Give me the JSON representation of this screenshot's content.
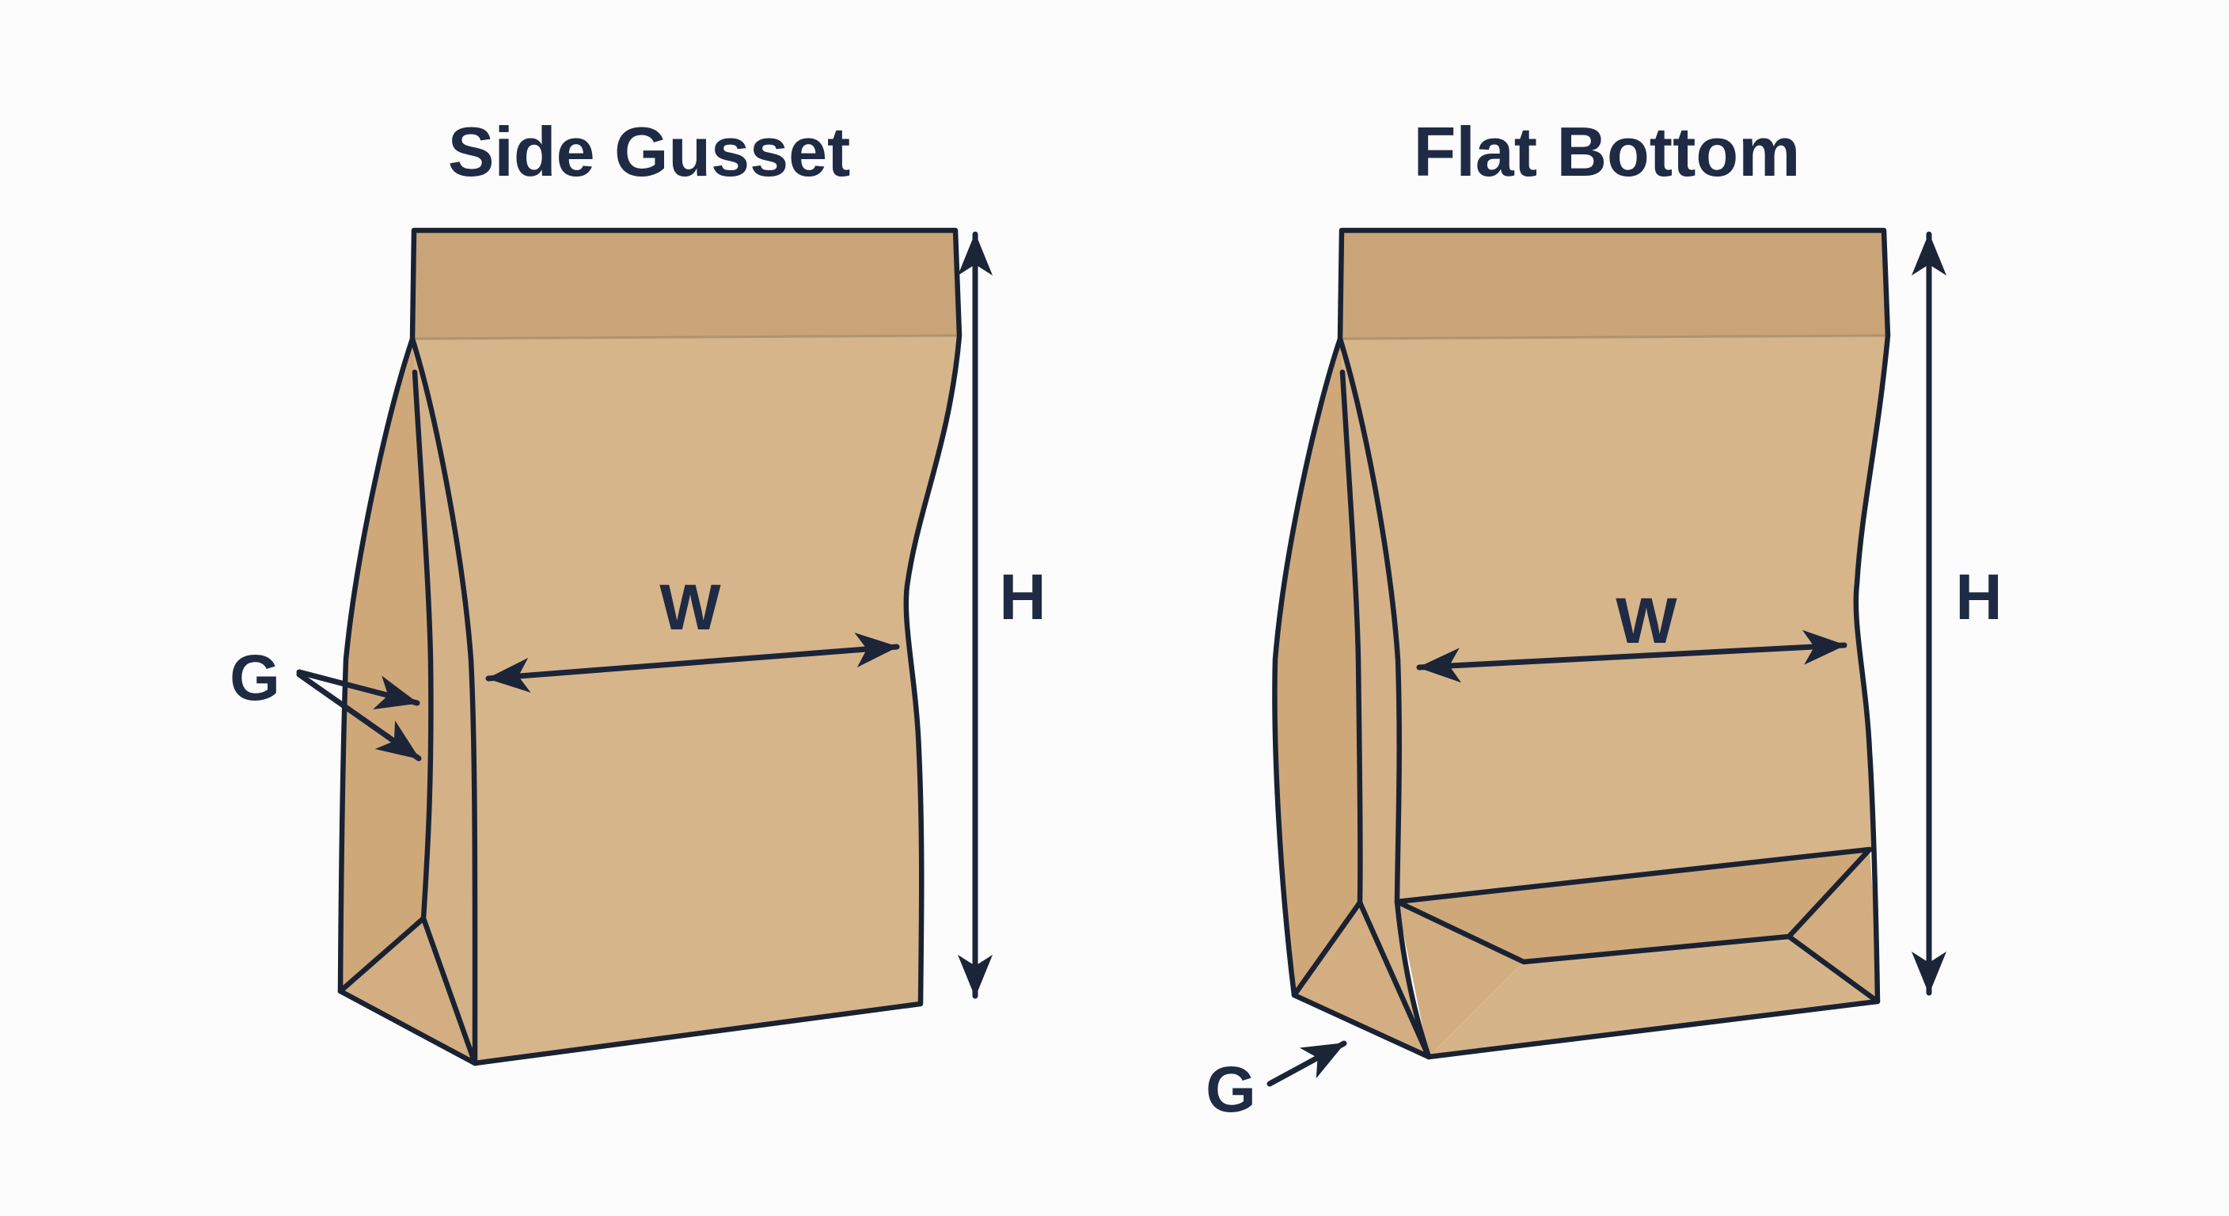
{
  "page": {
    "background": "#fcfcfd"
  },
  "diagram": {
    "outline_color": "#1a2231",
    "arrow_color": "#1c2438",
    "text_color": "#1f2a44",
    "bags": [
      {
        "id": "side-gusset",
        "title": "Side Gusset",
        "width_label": "W",
        "height_label": "H",
        "gusset_label": "G",
        "colors": {
          "flap": "#c8a478",
          "front": "#d6b58b",
          "gusset_outer": "#cfa87a",
          "gusset_inner": "#d5b188",
          "bottom_fold": "#d3ae82"
        }
      },
      {
        "id": "flat-bottom",
        "title": "Flat Bottom",
        "width_label": "W",
        "height_label": "H",
        "gusset_label": "G",
        "colors": {
          "flap": "#c8a478",
          "front": "#d6b58b",
          "gusset_outer": "#cfa87a",
          "gusset_inner": "#d5b188",
          "bottom_fold": "#d3ae82",
          "bottom_panel": "#cfa87a",
          "bottom_wedge": "#d2ad80",
          "bottom_strip": "#d6b48a"
        }
      }
    ]
  }
}
